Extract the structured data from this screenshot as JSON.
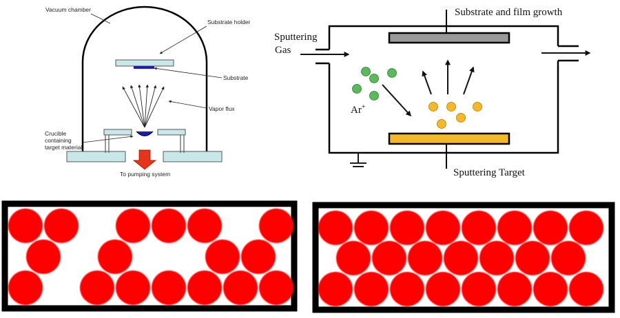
{
  "colors": {
    "holder_fill": "#c9e6e9",
    "holder_stroke": "#555555",
    "substrate": "#1f1fa0",
    "arrow_red": "#e6341c",
    "argon": "#5cb85c",
    "sputtered_atom": "#f4b92a",
    "target_fill": "#f4b92a",
    "film_fill": "#999999",
    "packing_atom": "#ff0000",
    "frame": "#000000"
  },
  "evaporation": {
    "vacuum_chamber": "Vacuum chamber",
    "substrate_holder": "Substrate holder",
    "substrate": "Substrate",
    "vapor_flux": "Vapor flux",
    "crucible_lines": [
      "Crucible",
      "containing",
      "target material"
    ],
    "pumping": "To pumping system"
  },
  "sputtering": {
    "substrate_film": "Substrate and film growth",
    "gas_lines": [
      "Sputtering",
      "Gas"
    ],
    "argon_label": "Ar",
    "argon_superscript": "+",
    "target": "Sputtering Target"
  },
  "packing": {
    "disordered": {
      "rows": [
        [
          1,
          1,
          0,
          1,
          1,
          1,
          0,
          1
        ],
        [
          1,
          0,
          1,
          0,
          0,
          1,
          1
        ],
        [
          1,
          0,
          1,
          1,
          1,
          1,
          1,
          1
        ]
      ]
    },
    "ordered": {
      "rows": [
        [
          1,
          1,
          1,
          1,
          1,
          1,
          1,
          1
        ],
        [
          1,
          1,
          1,
          1,
          1,
          1,
          1
        ],
        [
          1,
          1,
          1,
          1,
          1,
          1,
          1,
          1
        ]
      ]
    }
  }
}
